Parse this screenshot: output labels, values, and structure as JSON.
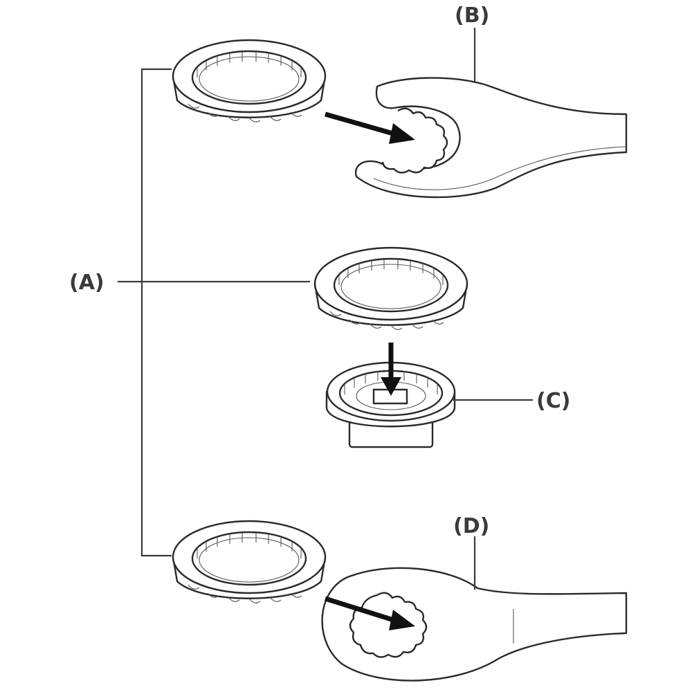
{
  "labels": {
    "a": "(A)",
    "b": "(B)",
    "c": "(C)",
    "d": "(D)"
  }
}
